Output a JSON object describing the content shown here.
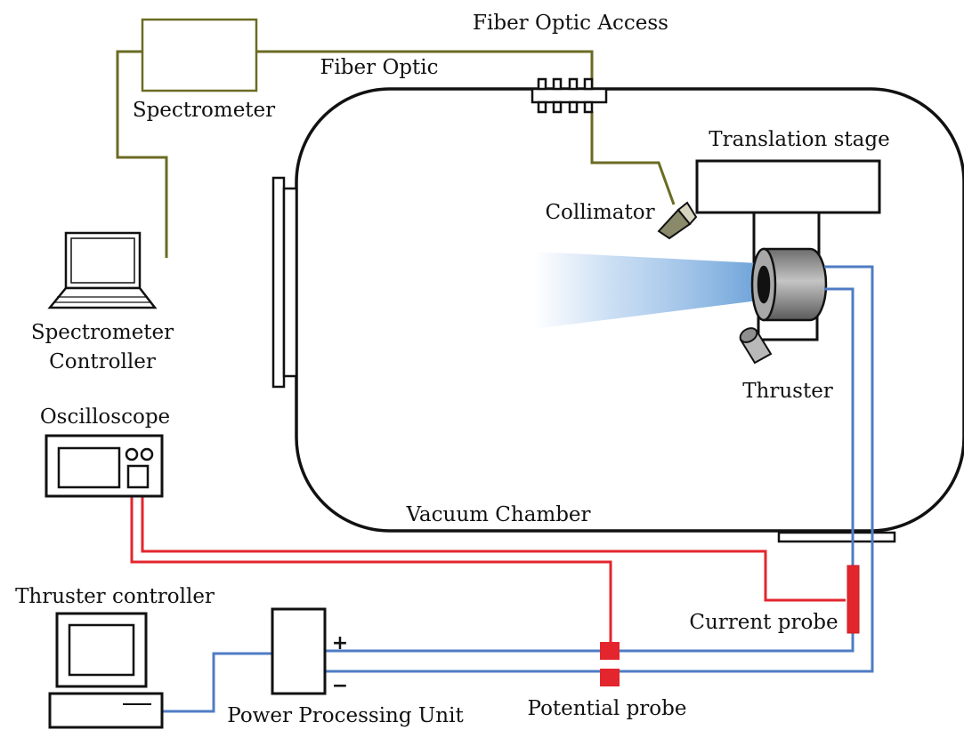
{
  "labels": {
    "fiber_optic_access": "Fiber Optic Access",
    "fiber_optic": "Fiber Optic",
    "spectrometer": "Spectrometer",
    "translation_stage": "Translation stage",
    "collimator": "Collimator",
    "spectrometer_controller_line1": "Spectrometer",
    "spectrometer_controller_line2": "Controller",
    "thruster": "Thruster",
    "oscilloscope": "Oscilloscope",
    "vacuum_chamber": "Vacuum Chamber",
    "thruster_controller": "Thruster controller",
    "current_probe": "Current probe",
    "power_processing_unit": "Power Processing Unit",
    "potential_probe": "Potential probe",
    "plus_sign": "+",
    "minus_sign": "−"
  },
  "colors": {
    "fiber": "#6b6b24",
    "signal": "#e3262d",
    "power": "#4f7cc4",
    "outline": "#111111",
    "plume": "#7fb0e0"
  }
}
